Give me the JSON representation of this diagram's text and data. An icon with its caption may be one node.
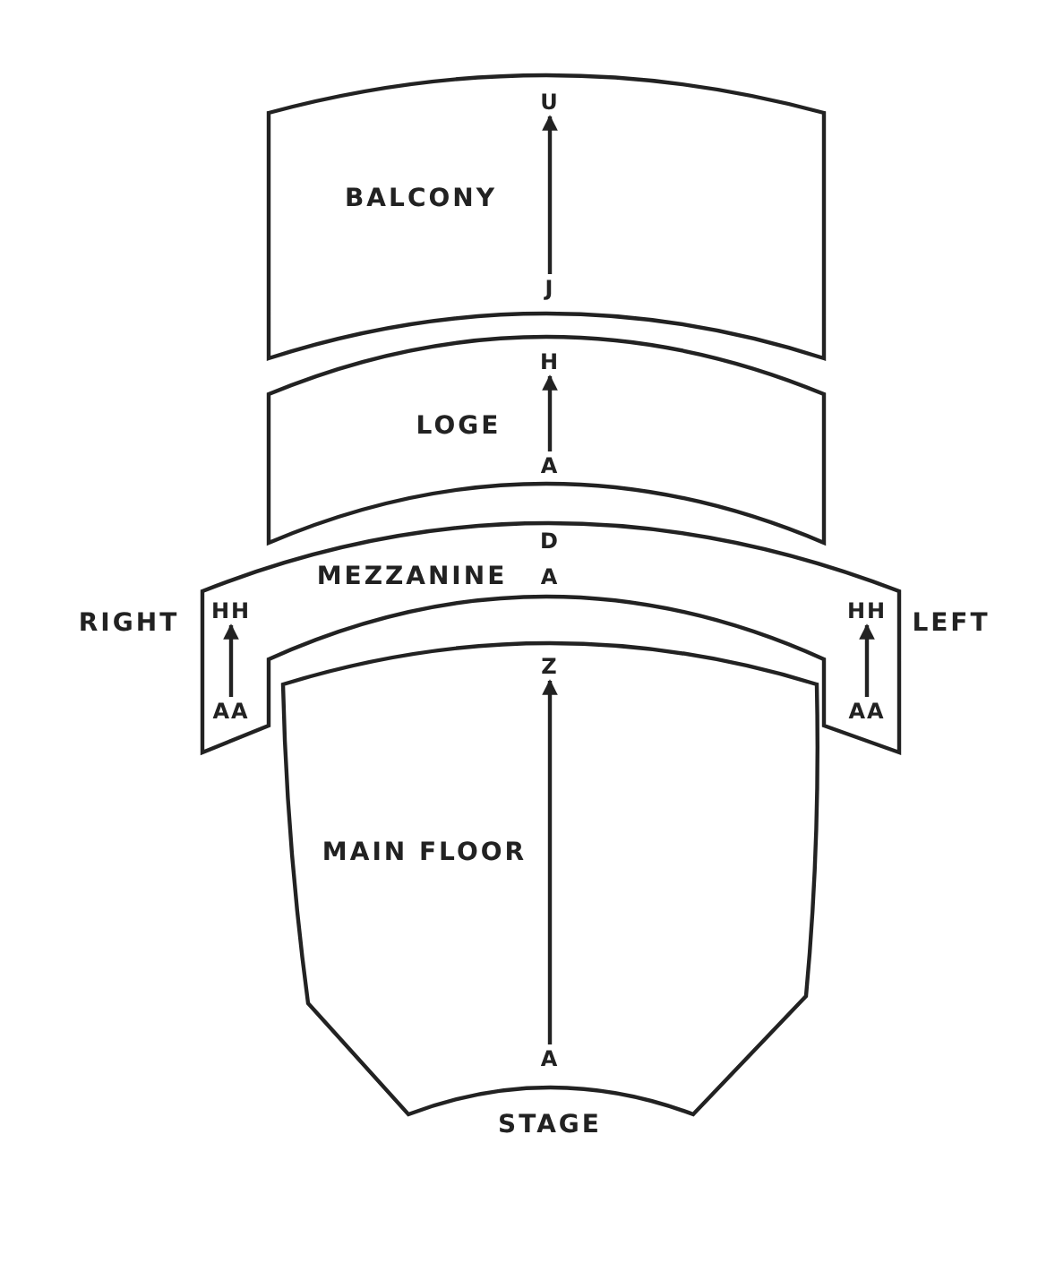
{
  "diagram": {
    "nodes": [
      {
        "text": [
          "BALCONY"
        ]
      },
      {
        "text": [
          "U"
        ],
        "in": 0
      },
      {
        "text": [
          "J"
        ],
        "in": 0
      },
      {
        "text": [
          "LOGE"
        ]
      },
      {
        "text": [
          "H"
        ],
        "in": 3
      },
      {
        "text": [
          "A"
        ],
        "in": 3
      },
      {
        "text": [
          "MEZZANINE"
        ]
      },
      {
        "text": [
          "HH"
        ],
        "in": 6
      },
      {
        "text": [
          "AA"
        ],
        "in": 6
      },
      {
        "text": [
          "HH"
        ],
        "in": 6
      },
      {
        "text": [
          "AA"
        ],
        "in": 6
      },
      {
        "text": [
          "MAIN FLOOR"
        ]
      },
      {
        "text": [
          "Z"
        ],
        "in": 11
      },
      {
        "text": [
          "A"
        ],
        "in": 11
      }
    ],
    "edges": [
      {
        "from": 2,
        "to": 1,
        "arrow": "to"
      },
      {
        "from": 5,
        "to": 4,
        "arrow": "to"
      },
      {
        "from": 8,
        "to": 7,
        "arrow": "to"
      },
      {
        "from": 10,
        "to": 9,
        "arrow": "to"
      },
      {
        "from": 13,
        "to": 12,
        "arrow": "to"
      }
    ],
    "labels": [
      "D",
      "A",
      "RIGHT",
      "LEFT",
      "STAGE"
    ]
  }
}
